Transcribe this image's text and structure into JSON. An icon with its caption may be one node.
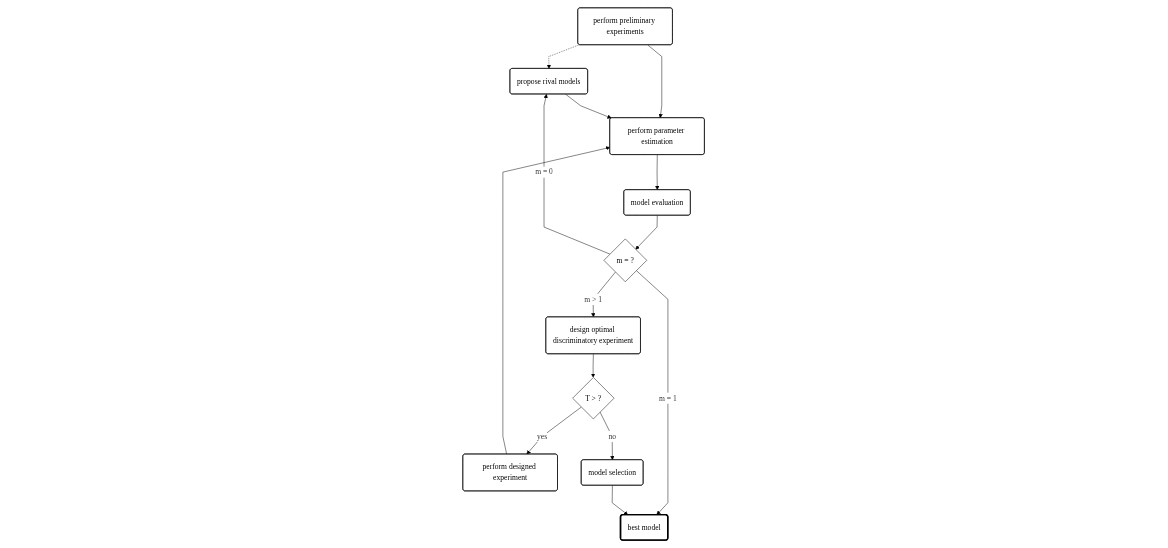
{
  "diagram": {
    "nodes": [
      {
        "text": [
          "perform preliminary experiments"
        ]
      },
      {
        "text": [
          "propose rival models"
        ]
      },
      {
        "text": [
          "perform parameter estimation"
        ]
      },
      {
        "text": [
          "perform designed experiment"
        ]
      },
      {
        "text": [
          "T > ?"
        ]
      },
      {
        "text": [
          "model selection"
        ]
      },
      {
        "text": [
          "model evaluation"
        ]
      },
      {
        "text": [
          "m = ?"
        ]
      },
      {
        "text": [
          "design optimal discriminatory experiment"
        ]
      },
      {
        "text": [
          "best model"
        ]
      }
    ],
    "edges": [
      {
        "from": 0,
        "to": 1,
        "arrow": "to",
        "style": "dashed"
      },
      {
        "from": 0,
        "to": 2,
        "arrow": "to"
      },
      {
        "from": 1,
        "to": 2,
        "arrow": "to"
      },
      {
        "from": 3,
        "to": 2,
        "arrow": "to"
      },
      {
        "from": 2,
        "to": 6,
        "arrow": "to"
      },
      {
        "from": 6,
        "to": 7,
        "arrow": "to"
      },
      {
        "from": 7,
        "to": 1,
        "arrow": "to",
        "label": "m = 0"
      },
      {
        "from": 7,
        "to": 8,
        "arrow": "to",
        "label": "m > 1"
      },
      {
        "from": 7,
        "to": 9,
        "arrow": "to",
        "label": "m = 1"
      },
      {
        "from": 8,
        "to": 4,
        "arrow": "to"
      },
      {
        "from": 4,
        "to": 3,
        "arrow": "to",
        "label": "yes"
      },
      {
        "from": 4,
        "to": 5,
        "arrow": "to",
        "label": "no"
      },
      {
        "from": 5,
        "to": 9,
        "arrow": "to"
      }
    ]
  }
}
